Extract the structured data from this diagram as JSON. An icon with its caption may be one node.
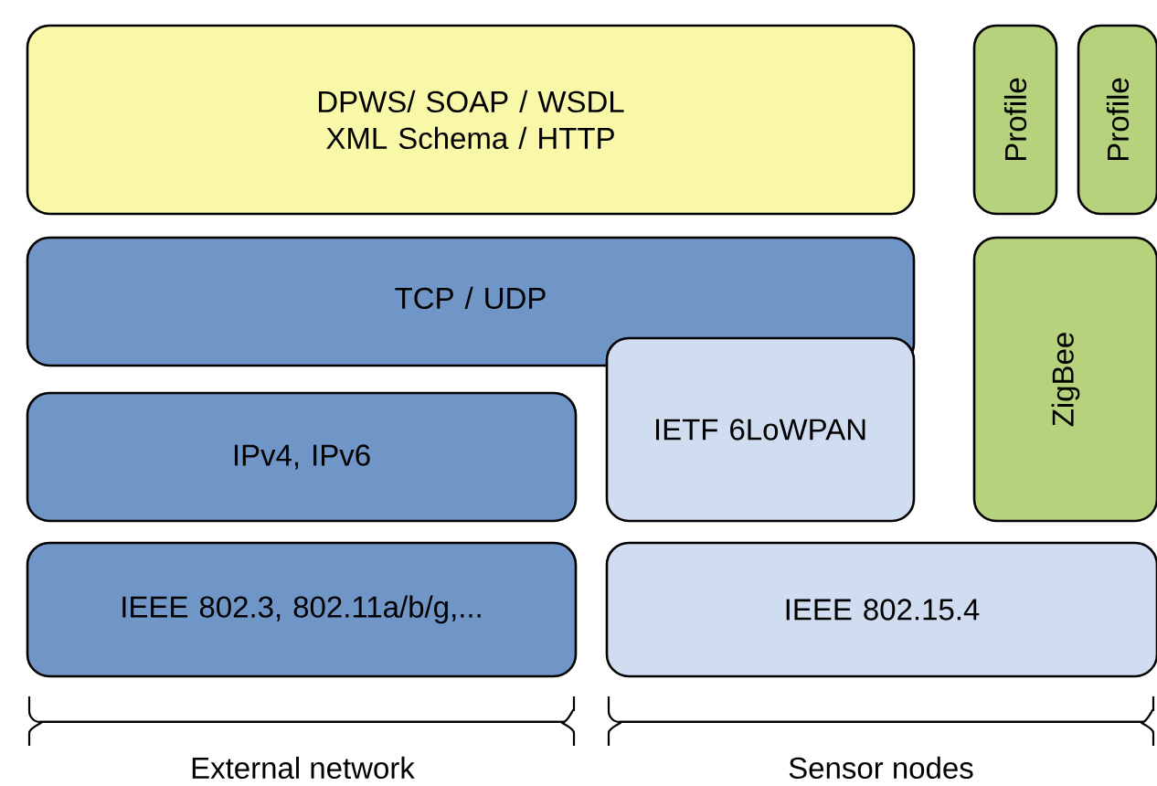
{
  "diagram": {
    "nodes": [
      {
        "text": [
          "DPWS/ SOAP / WSDL XML Schema / HTTP"
        ]
      },
      {
        "text": [
          "Profile"
        ]
      },
      {
        "text": [
          "Profile"
        ]
      },
      {
        "text": [
          "TCP / UDP"
        ]
      },
      {
        "text": [
          "ZigBee"
        ]
      },
      {
        "text": [
          "IPv4, IPv6"
        ]
      },
      {
        "text": [
          "IETF 6LoWPAN"
        ]
      },
      {
        "text": [
          "IEEE 802.3, 802.11a/b/g,..."
        ]
      },
      {
        "text": [
          "IEEE 802.15.4"
        ]
      }
    ],
    "labels": [
      "External network",
      "Sensor nodes"
    ]
  }
}
